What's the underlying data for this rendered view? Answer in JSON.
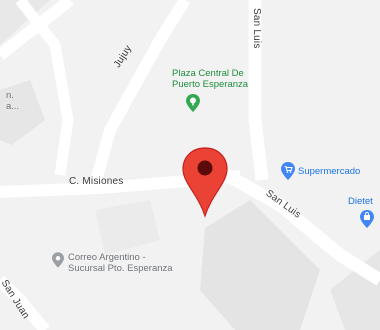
{
  "map": {
    "streets": {
      "c_misiones": "C. Misiones",
      "jujuy": "Jujuy",
      "san_luis_vertical": "San Luis",
      "san_luis_diagonal": "San Luis",
      "san_juan": "San Juan"
    },
    "pois": {
      "plaza": {
        "line1": "Plaza Central De",
        "line2": "Puerto Esperanza",
        "icon": "tree-icon"
      },
      "supermercado": {
        "label": "Supermercado",
        "icon": "cart-icon"
      },
      "dietetica": {
        "label": "Dietet",
        "icon": "shopping-bag-icon"
      },
      "correo": {
        "line1": "Correo Argentino -",
        "line2": "Sucursal Pto. Esperanza",
        "icon": "pin-icon"
      }
    },
    "partial_label": {
      "line1": "n.",
      "line2": "a..."
    },
    "marker": {
      "icon": "map-marker-icon",
      "color": "#ea4335"
    },
    "colors": {
      "road": "#ffffff",
      "land": "#f2f2f2",
      "building": "#e6e6e6",
      "park_text": "#1e8e3e",
      "shop_text": "#1a73e8",
      "correo_text": "#70757a"
    }
  }
}
